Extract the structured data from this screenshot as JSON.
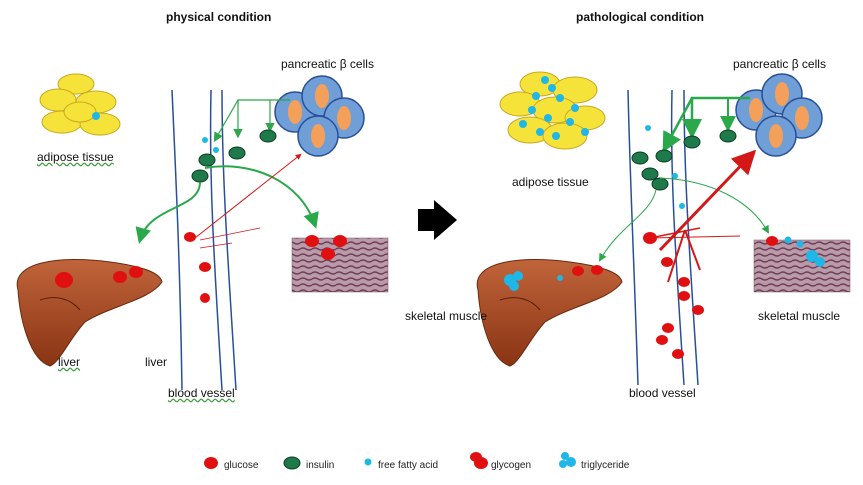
{
  "titles": {
    "left": "physical condition",
    "right": "pathological condition"
  },
  "left_panel": {
    "pancreas_label": "pancreatic β cells",
    "adipose_label": "adipose tissue",
    "liver_label_1": "liver",
    "liver_label_2": "liver",
    "vessel_label": "blood vessel"
  },
  "right_panel": {
    "pancreas_label": "pancreatic β cells",
    "adipose_label": "adipose tissue",
    "skeletal_left_label": "skeletal muscle",
    "skeletal_right_label": "skeletal muscle",
    "vessel_label": "blood vessel"
  },
  "legend": [
    {
      "label": "glucose",
      "icon": "glucose-dot"
    },
    {
      "label": "insulin",
      "icon": "insulin-dot"
    },
    {
      "label": "free fatty acid",
      "icon": "fatty-acid-dot"
    },
    {
      "label": "glycogen",
      "icon": "glycogen-cluster"
    },
    {
      "label": "triglyceride",
      "icon": "triglyceride-cluster"
    }
  ],
  "colors": {
    "glucose": "#e01010",
    "insulin": "#1e7a4a",
    "free_fatty_acid": "#1fb6e8",
    "pancreas_cell": "#6f9fd6",
    "pancreas_nucleus": "#f4a05a",
    "adipose": "#f5e33a",
    "liver": "#a8481f",
    "arrow_green": "#2ba84a",
    "arrow_red": "#d41818"
  }
}
